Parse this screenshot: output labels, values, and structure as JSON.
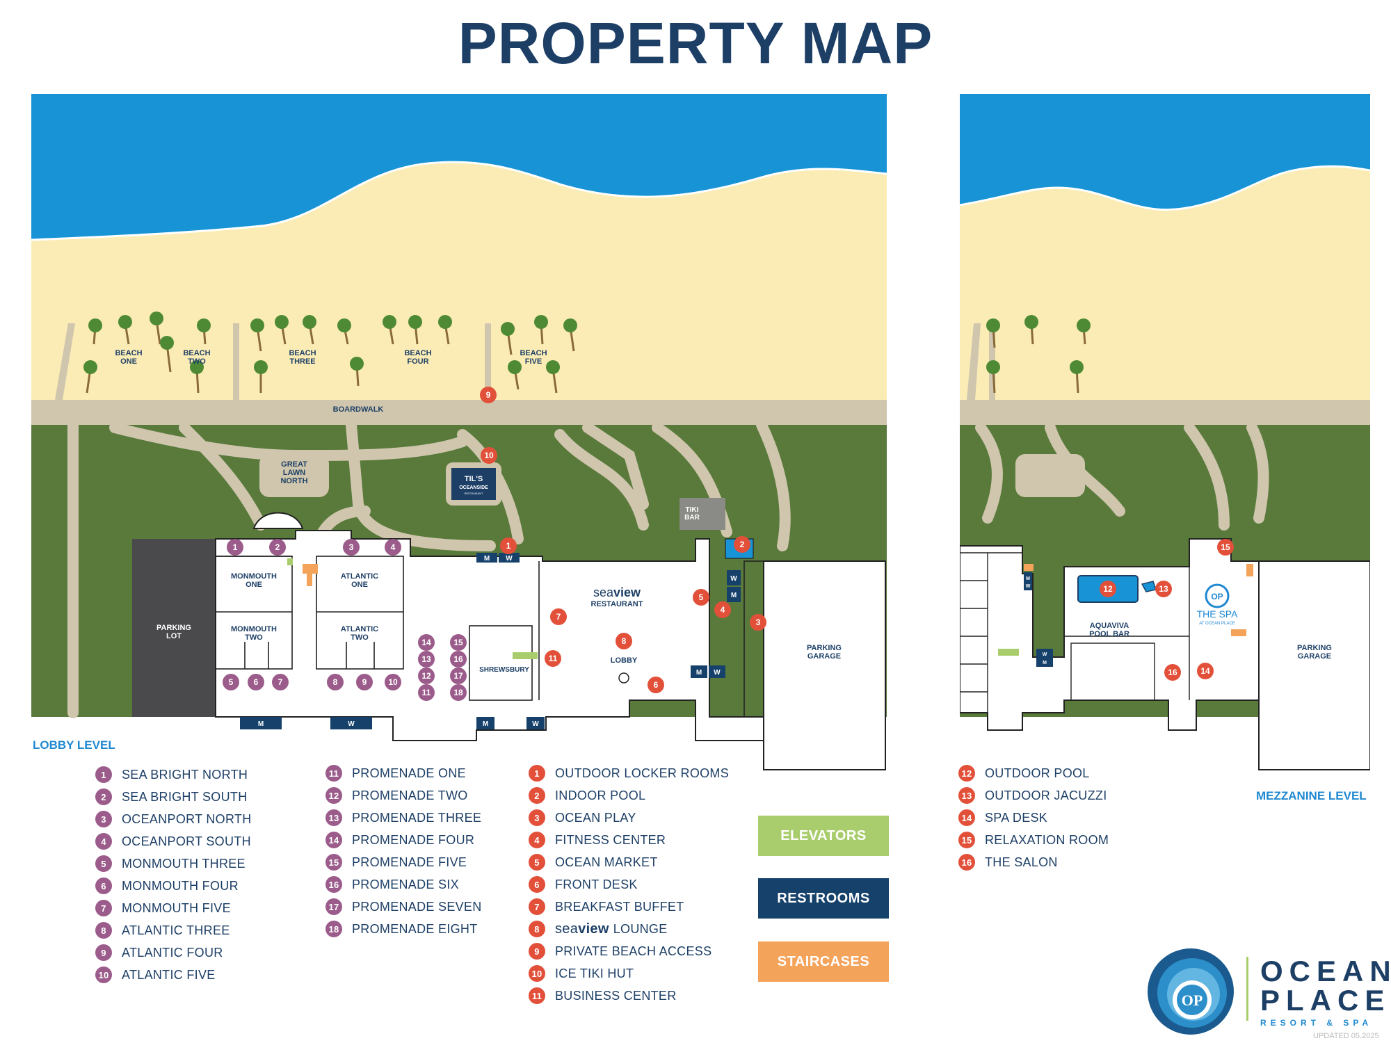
{
  "title": "PROPERTY MAP",
  "levels": {
    "lobby": "LOBBY LEVEL",
    "mezzanine": "MEZZANINE LEVEL"
  },
  "map_labels": {
    "beach_one": [
      "BEACH",
      "ONE"
    ],
    "beach_two": [
      "BEACH",
      "TWO"
    ],
    "beach_three": [
      "BEACH",
      "THREE"
    ],
    "beach_four": [
      "BEACH",
      "FOUR"
    ],
    "beach_five": [
      "BEACH",
      "FIVE"
    ],
    "boardwalk": "BOARDWALK",
    "great_lawn": [
      "GREAT",
      "LAWN",
      "NORTH"
    ],
    "tils": [
      "TIL'S",
      "OCEANSIDE",
      "RESTAURANT"
    ],
    "tiki_bar": [
      "TIKI",
      "BAR"
    ],
    "parking_lot": [
      "PARKING",
      "LOT"
    ],
    "parking_garage": [
      "PARKING",
      "GARAGE"
    ],
    "monmouth_one": [
      "MONMOUTH",
      "ONE"
    ],
    "monmouth_two": [
      "MONMOUTH",
      "TWO"
    ],
    "atlantic_one": [
      "ATLANTIC",
      "ONE"
    ],
    "atlantic_two": [
      "ATLANTIC",
      "TWO"
    ],
    "shrewsbury": "SHREWSBURY",
    "seaview": {
      "sea": "sea",
      "view": "view",
      "sub": "RESTAURANT"
    },
    "lobby": "LOBBY",
    "aquaviva": [
      "AQUAVIVA",
      "POOL BAR"
    ],
    "the_spa": [
      "THE SPA",
      "AT OCEAN PLACE"
    ],
    "men": "M",
    "women": "W"
  },
  "meeting_rooms": [
    {
      "n": "1",
      "label": "SEA BRIGHT NORTH"
    },
    {
      "n": "2",
      "label": "SEA BRIGHT SOUTH"
    },
    {
      "n": "3",
      "label": "OCEANPORT NORTH"
    },
    {
      "n": "4",
      "label": "OCEANPORT SOUTH"
    },
    {
      "n": "5",
      "label": "MONMOUTH THREE"
    },
    {
      "n": "6",
      "label": "MONMOUTH FOUR"
    },
    {
      "n": "7",
      "label": "MONMOUTH FIVE"
    },
    {
      "n": "8",
      "label": "ATLANTIC THREE"
    },
    {
      "n": "9",
      "label": "ATLANTIC FOUR"
    },
    {
      "n": "10",
      "label": "ATLANTIC FIVE"
    }
  ],
  "promenade_rooms": [
    {
      "n": "11",
      "label": "PROMENADE ONE"
    },
    {
      "n": "12",
      "label": "PROMENADE TWO"
    },
    {
      "n": "13",
      "label": "PROMENADE THREE"
    },
    {
      "n": "14",
      "label": "PROMENADE FOUR"
    },
    {
      "n": "15",
      "label": "PROMENADE FIVE"
    },
    {
      "n": "16",
      "label": "PROMENADE SIX"
    },
    {
      "n": "17",
      "label": "PROMENADE SEVEN"
    },
    {
      "n": "18",
      "label": "PROMENADE EIGHT"
    }
  ],
  "amenities_lobby": [
    {
      "n": "1",
      "label": "OUTDOOR LOCKER ROOMS"
    },
    {
      "n": "2",
      "label": "INDOOR POOL"
    },
    {
      "n": "3",
      "label": "OCEAN PLAY"
    },
    {
      "n": "4",
      "label": "FITNESS CENTER"
    },
    {
      "n": "5",
      "label": "OCEAN MARKET"
    },
    {
      "n": "6",
      "label": "FRONT DESK"
    },
    {
      "n": "7",
      "label": "BREAKFAST BUFFET"
    },
    {
      "n": "8",
      "label": "LOUNGE",
      "prefix_sea": "sea",
      "prefix_view": "view"
    },
    {
      "n": "9",
      "label": "PRIVATE BEACH ACCESS"
    },
    {
      "n": "10",
      "label": "ICE TIKI HUT"
    },
    {
      "n": "11",
      "label": "BUSINESS CENTER"
    }
  ],
  "amenities_mezzanine": [
    {
      "n": "12",
      "label": "OUTDOOR POOL"
    },
    {
      "n": "13",
      "label": "OUTDOOR JACUZZI"
    },
    {
      "n": "14",
      "label": "SPA DESK"
    },
    {
      "n": "15",
      "label": "RELAXATION ROOM"
    },
    {
      "n": "16",
      "label": "THE SALON"
    }
  ],
  "key": [
    {
      "label": "ELEVATORS",
      "color": "#a9cd6c"
    },
    {
      "label": "RESTROOMS",
      "color": "#15416b"
    },
    {
      "label": "STAIRCASES",
      "color": "#f4a35b"
    }
  ],
  "logo": {
    "line1": "OCEAN",
    "line2": "PLACE",
    "line3": "RESORT & SPA",
    "monogram": "OP"
  },
  "updated": "UPDATED 05.2025",
  "colors": {
    "ocean": "#1894d6",
    "sand": "#fbecb6",
    "lawn": "#5a7a3c",
    "path": "#cfc6ad",
    "navy": "#1d3f66",
    "purple_badge": "#9b5c8b",
    "red_badge": "#e2503a"
  }
}
